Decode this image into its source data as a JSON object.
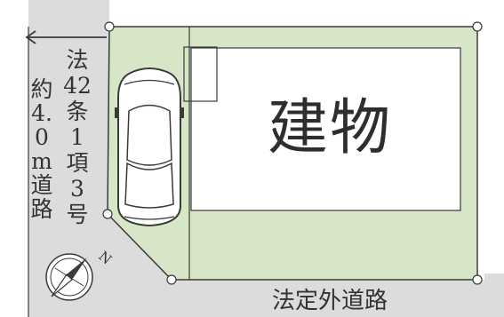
{
  "labels": {
    "left_road_width": "約4.0m道路",
    "left_road_law": "法42条1項3号",
    "building": "建物",
    "bottom_road": "法定外道路",
    "compass_north": "N"
  },
  "colors": {
    "road": "#dcdcdc",
    "lot": "#d6e6c6",
    "building": "#ffffff",
    "line": "#3a3a3a"
  },
  "icons": {
    "road_arrow": "arrow-left-icon",
    "car": "car-icon",
    "compass": "compass-icon"
  }
}
